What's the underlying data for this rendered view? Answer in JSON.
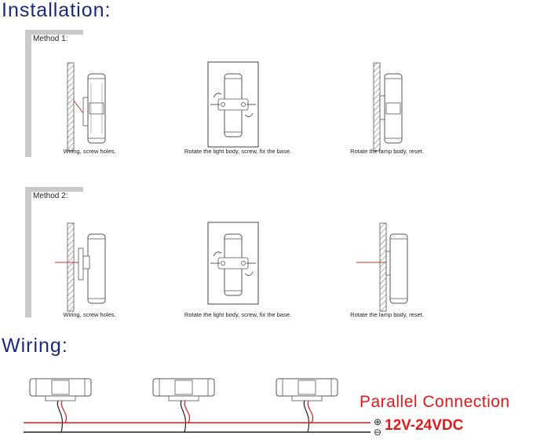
{
  "installation": {
    "title": "Installation:",
    "methods": [
      {
        "label": "Method 1:",
        "steps": [
          "Wiring, screw holes.",
          "Rotate the light body, screw, fix the base.",
          "Rotate the lamp body, reset."
        ]
      },
      {
        "label": "Method 2:",
        "steps": [
          "Wiring, screw holes.",
          "Rotate the light body, screw, fix the base.",
          "Rotate the lamp body, reset."
        ]
      }
    ]
  },
  "wiring": {
    "title": "Wiring:",
    "connection_label": "Parallel Connection",
    "voltage_label": "12V-24VDC",
    "positive_symbol": "⊕",
    "negative_symbol": "⊖",
    "positive_wire_color": "#e01919",
    "negative_wire_color": "#222222"
  },
  "colors": {
    "heading": "#1b2a78",
    "panel_bar": "#c9c9c9"
  }
}
